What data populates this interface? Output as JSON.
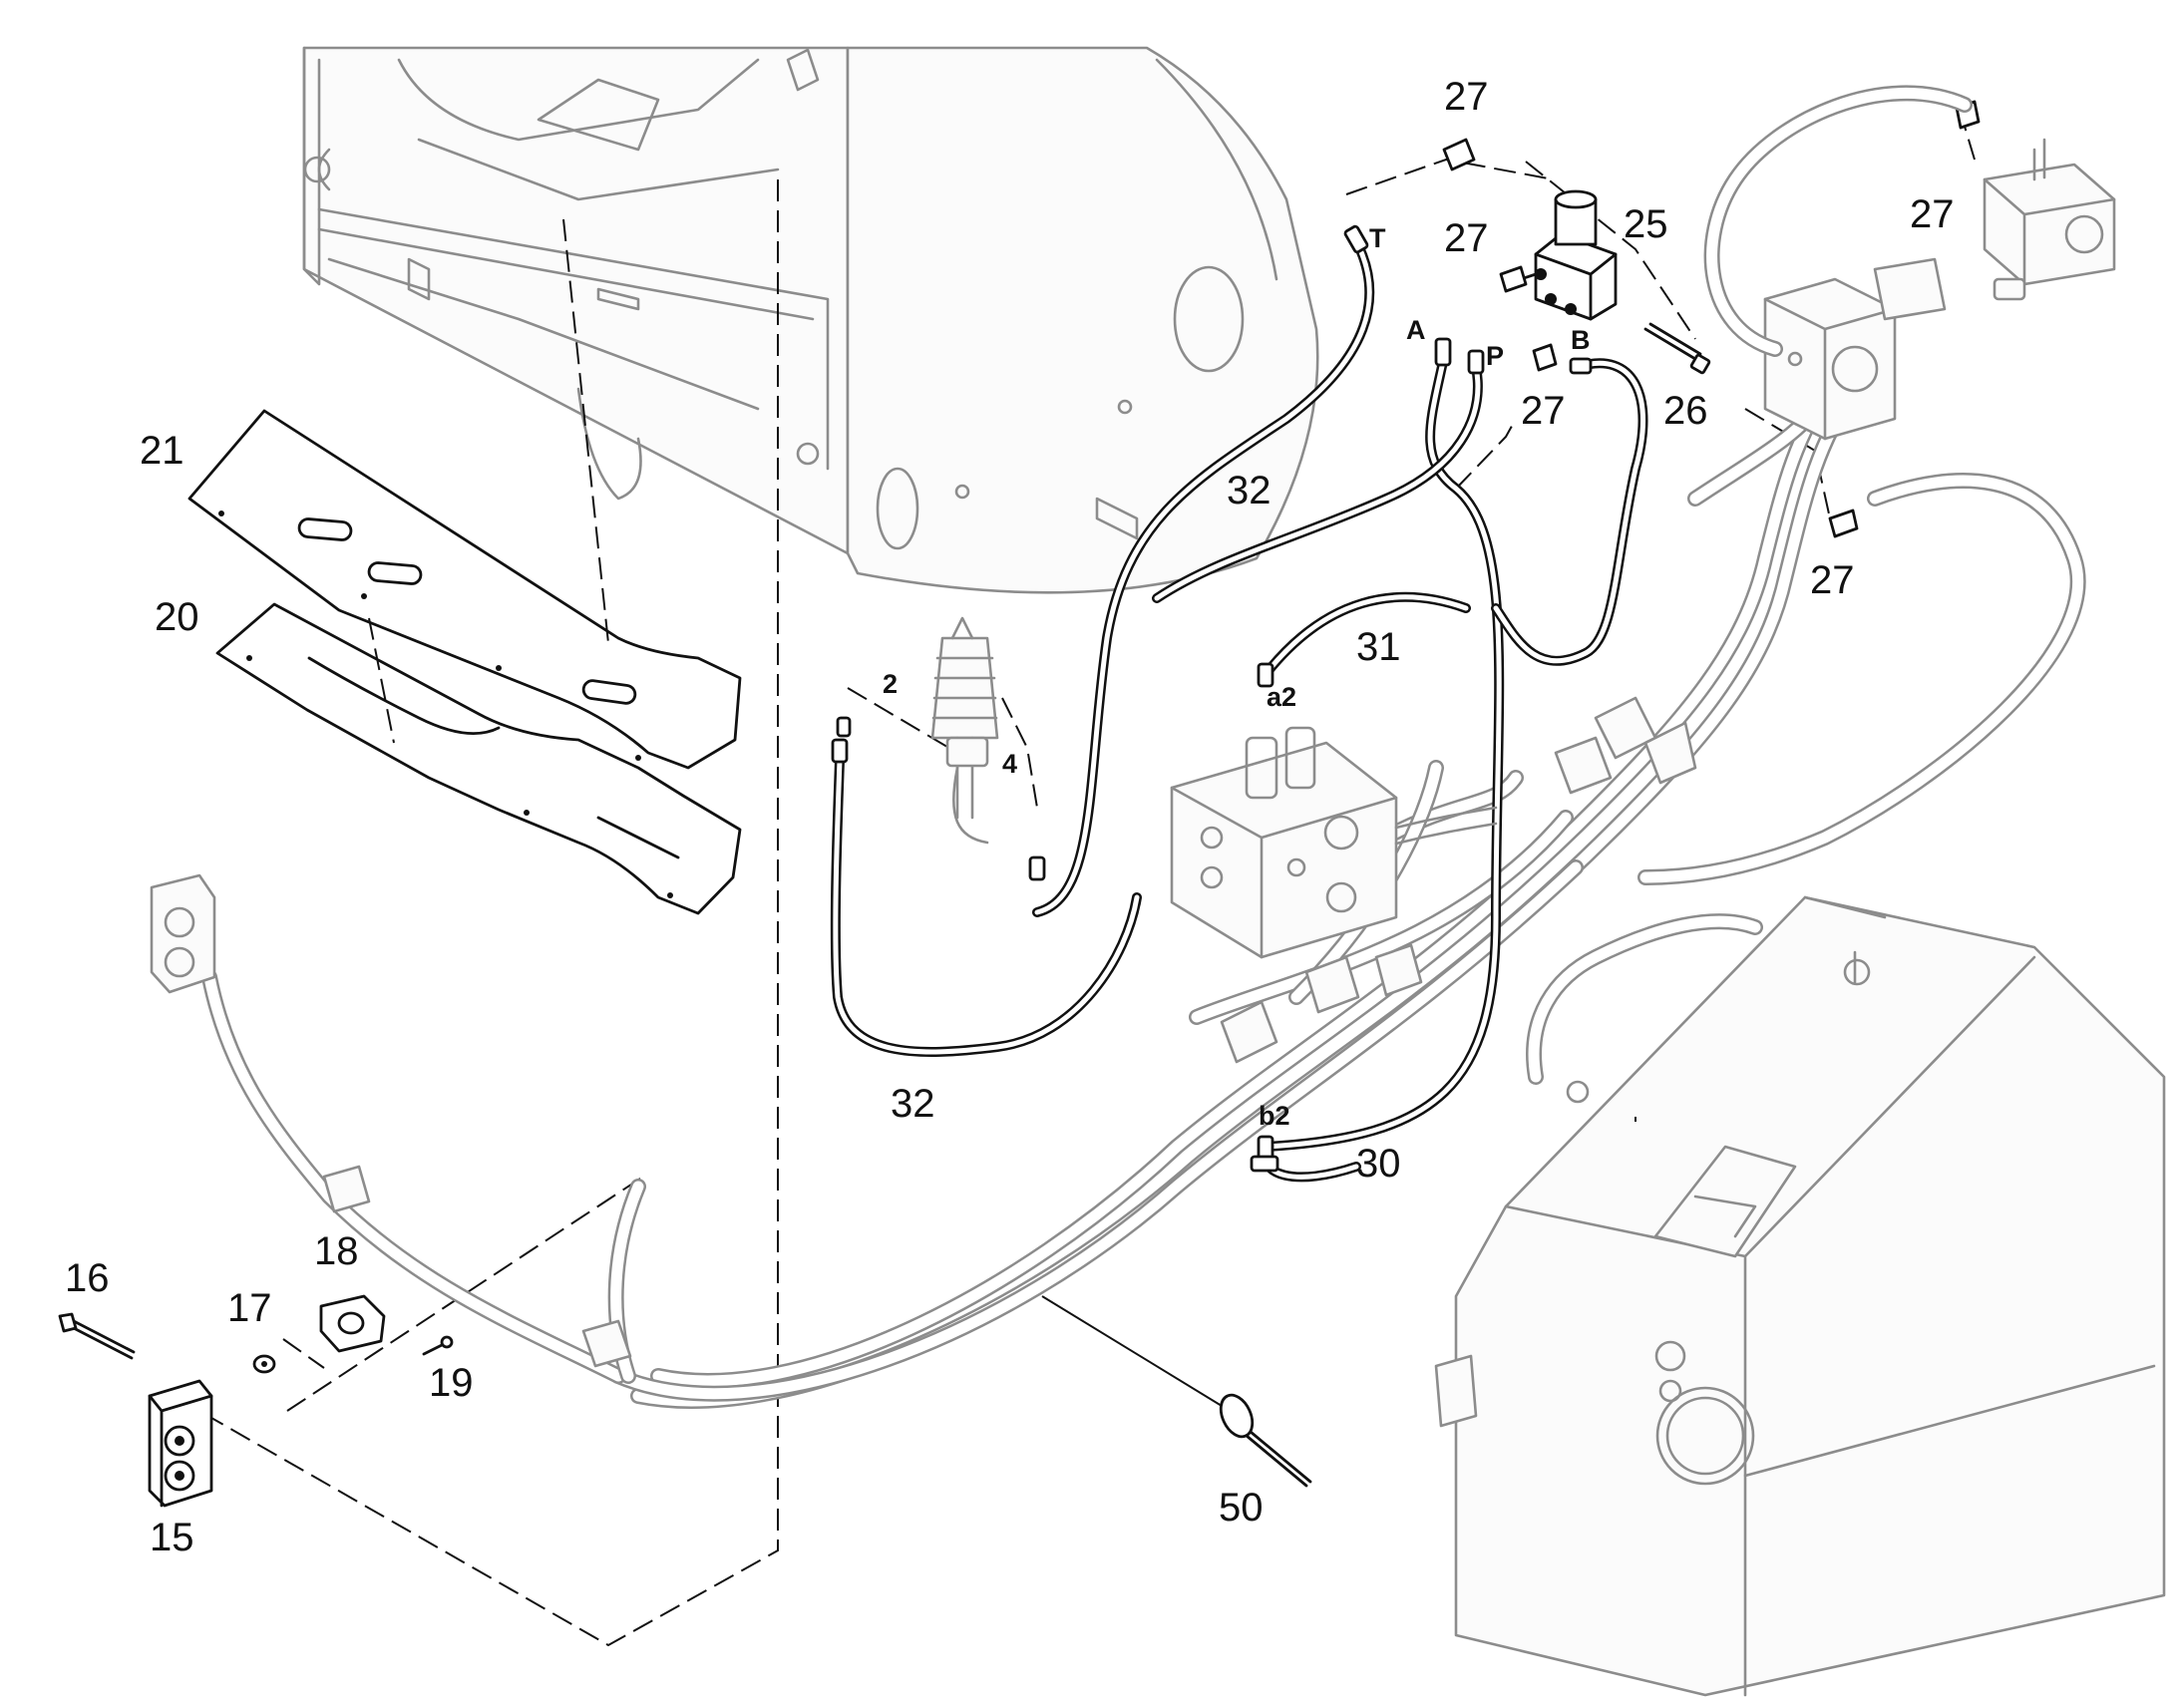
{
  "callouts": {
    "c15": "15",
    "c16": "16",
    "c17": "17",
    "c18": "18",
    "c19": "19",
    "c20": "20",
    "c21": "21",
    "c25": "25",
    "c26": "26",
    "c27a": "27",
    "c27b": "27",
    "c27c": "27",
    "c27d": "27",
    "c27e": "27",
    "c30": "30",
    "c31": "31",
    "c32a": "32",
    "c32b": "32",
    "c50": "50"
  },
  "ports": {
    "T": "T",
    "A": "A",
    "P": "P",
    "B": "B",
    "a2": "a2",
    "b2": "b2",
    "p2": "2",
    "p4": "4"
  }
}
